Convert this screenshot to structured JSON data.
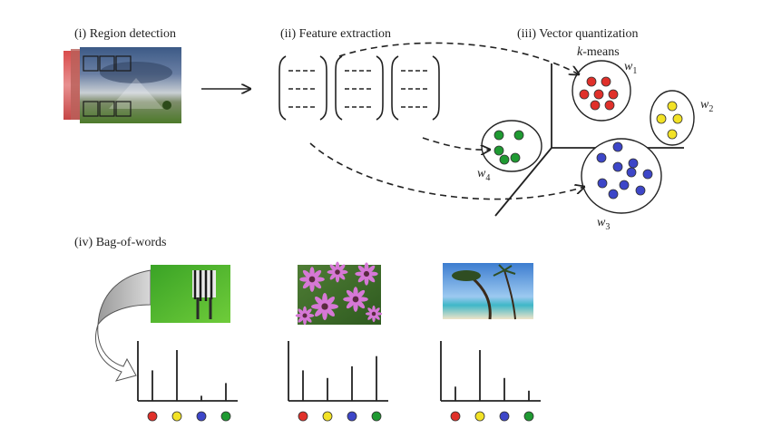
{
  "steps": {
    "region_detection": "(i) Region detection",
    "feature_extraction": "(ii) Feature extraction",
    "vector_quantization": "(iii) Vector quantization",
    "bag_of_words": "(iv) Bag-of-words"
  },
  "kmeans": {
    "k": "k",
    "label": "-means"
  },
  "clusters": [
    {
      "letter": "w",
      "index": "1",
      "color": "#e0302a"
    },
    {
      "letter": "w",
      "index": "2",
      "color": "#f2e226"
    },
    {
      "letter": "w",
      "index": "3",
      "color": "#3d46c8"
    },
    {
      "letter": "w",
      "index": "4",
      "color": "#1f9a32"
    }
  ],
  "histograms": [
    {
      "image": "zebra-on-grass",
      "values": [
        0.6,
        1.0,
        0.1,
        0.35
      ]
    },
    {
      "image": "pink-flowers",
      "values": [
        0.6,
        0.45,
        0.68,
        0.88
      ]
    },
    {
      "image": "beach-trees",
      "values": [
        0.28,
        1.0,
        0.45,
        0.2
      ]
    }
  ],
  "colors": {
    "ink": "#222222",
    "gray": "#b9b9b9"
  }
}
